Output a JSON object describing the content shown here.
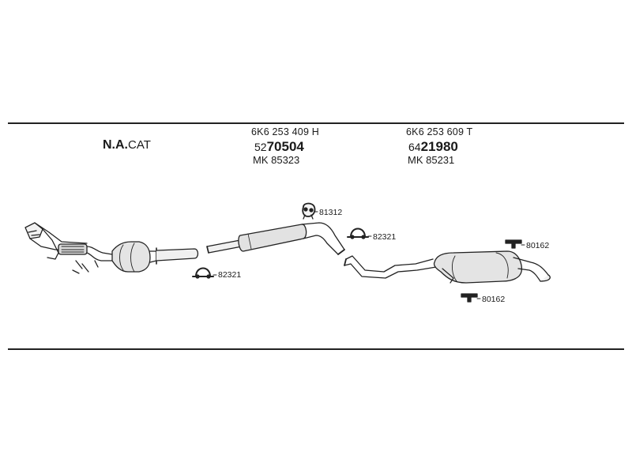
{
  "header": {
    "catalyst_bold": "N.A.",
    "catalyst_suffix": "CAT"
  },
  "parts": {
    "middle_muffler": {
      "oem": "6K6 253 409 H",
      "article_prefix": "52",
      "article_bold": "70504",
      "mk": "MK  85323"
    },
    "rear_muffler": {
      "oem": "6K6 253 609 T",
      "article_prefix": "64",
      "article_bold": "21980",
      "mk": "MK  85231"
    }
  },
  "callouts": {
    "clamp_1": "82321",
    "clamp_2": "82321",
    "mount_top": "81312",
    "hanger_1": "80162",
    "hanger_2": "80162"
  },
  "colors": {
    "line": "#222222",
    "fill": "#e8e8e8",
    "shade": "#bdbdbd"
  }
}
